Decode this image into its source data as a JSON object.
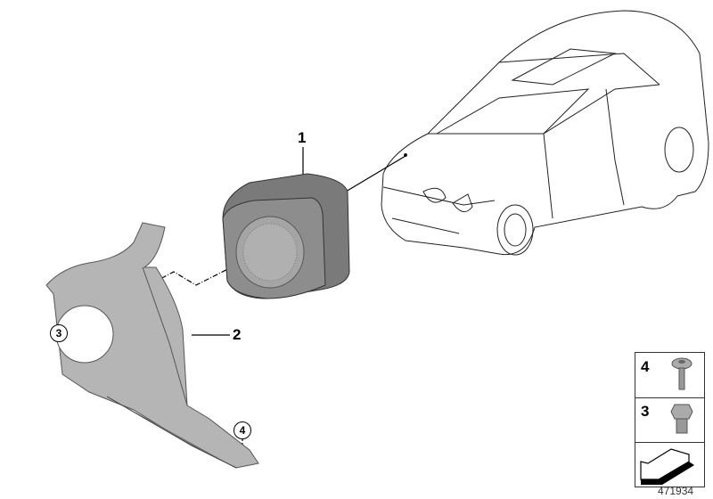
{
  "callouts": {
    "part1": "1",
    "part2": "2",
    "part3": "3",
    "part4": "4"
  },
  "legend": {
    "items": [
      {
        "number": "4",
        "icon": "torx-flange-screw-icon"
      },
      {
        "number": "3",
        "icon": "hex-bolt-icon"
      }
    ],
    "arrow_icon": "direction-arrow-icon"
  },
  "document_number": "471934",
  "colors": {
    "part_fill": "#8a8a8a",
    "bracket_fill": "#b8b8b8",
    "line": "#000000"
  }
}
